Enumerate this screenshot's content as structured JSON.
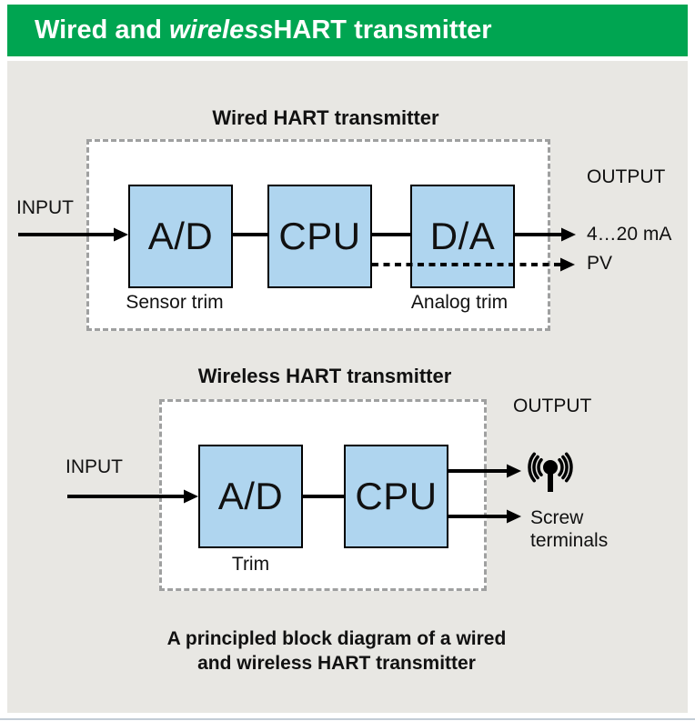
{
  "header": {
    "title_prefix": "Wired and ",
    "title_italic": "wireless",
    "title_suffix": "HART transmitter"
  },
  "wired_diagram": {
    "title": "Wired HART transmitter",
    "input_label": "INPUT",
    "output_label": "OUTPUT",
    "blocks": [
      {
        "label": "A/D",
        "trim_label": "Sensor trim"
      },
      {
        "label": "CPU",
        "trim_label": ""
      },
      {
        "label": "D/A",
        "trim_label": "Analog trim"
      }
    ],
    "outputs": [
      {
        "label": "4…20 mA",
        "line_style": "solid"
      },
      {
        "label": "PV",
        "line_style": "dashed"
      }
    ]
  },
  "wireless_diagram": {
    "title": "Wireless HART transmitter",
    "input_label": "INPUT",
    "output_label": "OUTPUT",
    "blocks": [
      {
        "label": "A/D",
        "trim_label": "Trim"
      },
      {
        "label": "CPU",
        "trim_label": ""
      }
    ],
    "outputs": [
      {
        "icon": "antenna-icon",
        "label": ""
      },
      {
        "label": "Screw terminals"
      }
    ]
  },
  "caption": {
    "line1": "A principled block diagram of a wired",
    "line2": "and wireless HART transmitter"
  },
  "colors": {
    "header_green": "#00A551",
    "panel_gray": "#E8E7E3",
    "block_blue": "#AFD5EF",
    "dashed_border_gray": "#9FA0A0",
    "line_black": "#000000",
    "header_text_white": "#FFFFFF",
    "bottom_rule_blue_gray": "#C3CDD6"
  }
}
